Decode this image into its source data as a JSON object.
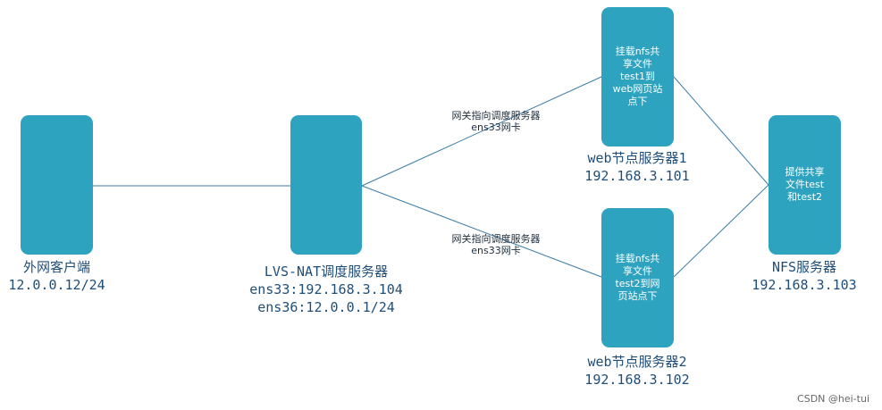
{
  "nodes": {
    "client": {
      "caption": [
        "外网客户端",
        "12.0.0.12/24"
      ]
    },
    "lvs": {
      "caption": [
        "LVS-NAT调度服务器",
        "ens33:192.168.3.104",
        "ens36:12.0.0.1/24"
      ]
    },
    "web1": {
      "text": "挂载nfs共\n享文件\ntest1到\nweb网页站\n点下",
      "caption": [
        "web节点服务器1",
        "192.168.3.101"
      ]
    },
    "web2": {
      "text": "挂载nfs共\n享文件\ntest2到网\n页站点下",
      "caption": [
        "web节点服务器2",
        "192.168.3.102"
      ]
    },
    "nfs": {
      "text": "提供共享\n文件test\n和test2",
      "caption": [
        "NFS服务器",
        "192.168.3.103"
      ]
    }
  },
  "edges": {
    "lvs_web1": [
      "网关指向调度服务器",
      "ens33网卡"
    ],
    "lvs_web2": [
      "网关指向调度服务器",
      "ens33网卡"
    ]
  },
  "watermark": "CSDN @hei-tui",
  "colors": {
    "node_fill": "#2ea3c0",
    "edge": "#3a7ca5",
    "caption": "#1f4e79"
  }
}
